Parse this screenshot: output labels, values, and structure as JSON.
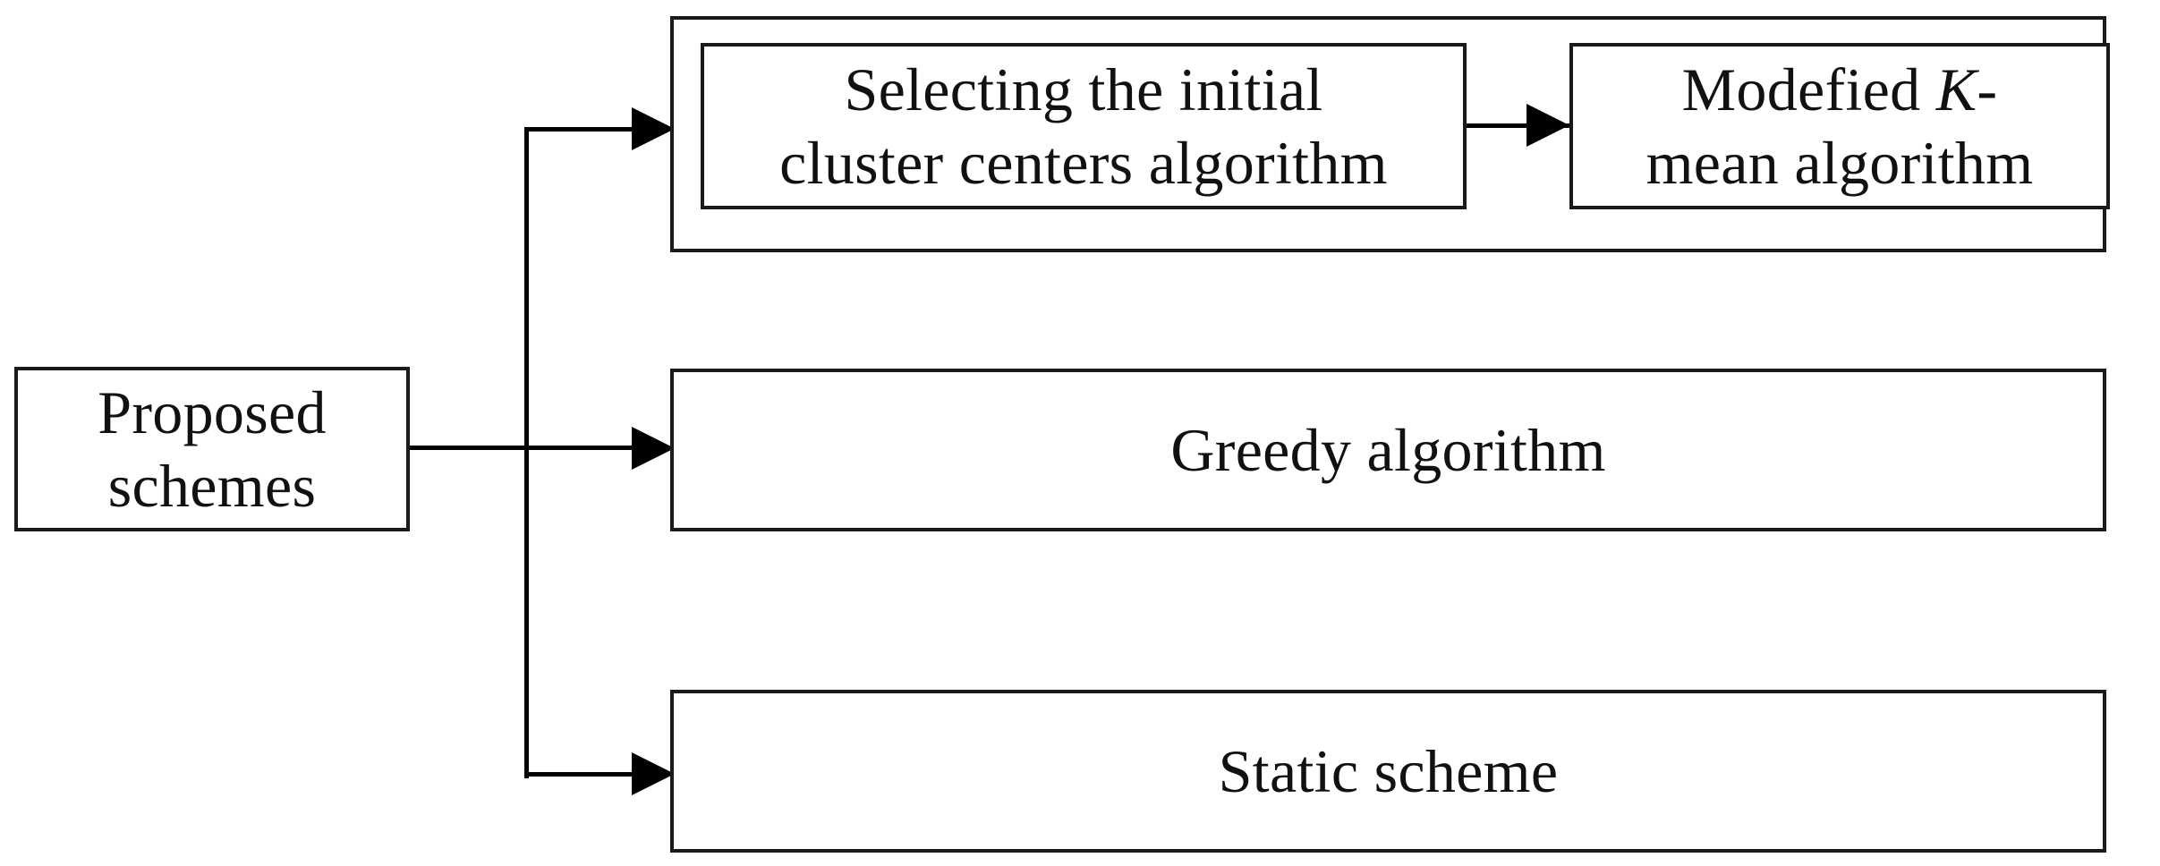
{
  "source": {
    "label_line1": "Proposed",
    "label_line2": "schemes"
  },
  "group": {
    "selecting": {
      "line1": "Selecting the initial",
      "line2": "cluster centers algorithm"
    },
    "kmean": {
      "line1_prefix": "Modefied ",
      "line1_k": "K",
      "line1_suffix": "-",
      "line2": "mean algorithm"
    }
  },
  "greedy": {
    "label": "Greedy algorithm"
  },
  "static": {
    "label": "Static scheme"
  },
  "colors": {
    "line": "#000000",
    "border": "#1a1a1a",
    "text": "#111111",
    "background": "#ffffff"
  }
}
